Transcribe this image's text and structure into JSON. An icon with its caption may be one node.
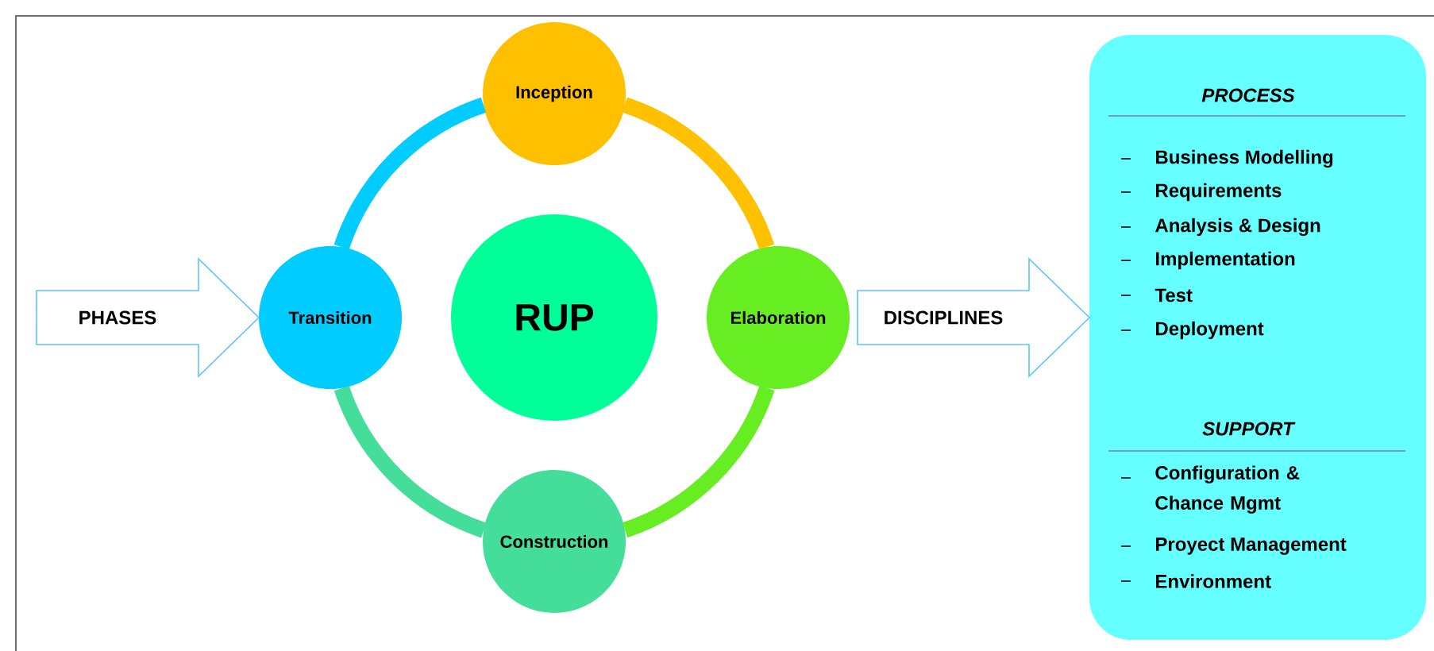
{
  "diagram": {
    "nodes": [
      {
        "text": [
          "Inception"
        ]
      },
      {
        "text": [
          "Elaboration"
        ]
      },
      {
        "text": [
          "Construction"
        ]
      },
      {
        "text": [
          "Transition"
        ]
      },
      {
        "text": [
          "RUP"
        ]
      },
      {
        "text": [
          "PROCESS",
          "Business Modelling",
          "Requirements",
          "Analysis & Design",
          "Implementation",
          "Test",
          "Deployment",
          "SUPPORT",
          "Configuration & Chance Mgmt",
          "Proyect Management",
          "Environment"
        ]
      }
    ],
    "edges": [
      {
        "from": 0,
        "to": 1,
        "arrow": "none",
        "color": "#ffc000"
      },
      {
        "from": 1,
        "to": 2,
        "arrow": "none",
        "color": "#66ee22"
      },
      {
        "from": 2,
        "to": 3,
        "arrow": "none",
        "color": "#44dd99"
      },
      {
        "from": 3,
        "to": 0,
        "arrow": "none",
        "color": "#00ccff"
      },
      {
        "from": null,
        "to": 3,
        "arrow": "to",
        "label": "PHASES"
      },
      {
        "from": 1,
        "to": 5,
        "arrow": "to",
        "label": "DISCIPLINES"
      }
    ]
  }
}
